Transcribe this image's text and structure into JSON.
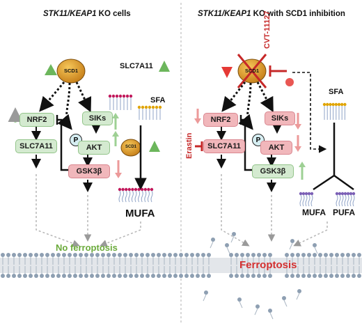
{
  "left_panel": {
    "title_gene": "STK11/KEAP1",
    "title_rest": " KO cells",
    "scd1": "SCD1",
    "slc7a11_top": "SLC7A11",
    "nrf2": "NRF2",
    "siks": "SIKs",
    "slc7a11": "SLC7A11",
    "akt": "AKT",
    "p": "P",
    "gsk3b": "GSK3β",
    "sfa": "SFA",
    "scd1_small": "SCD1",
    "mufa": "MUFA",
    "outcome": "No ferroptosis"
  },
  "right_panel": {
    "title_gene": "STK11/KEAP1",
    "title_rest": " KO with SCD1 inhibition",
    "scd1": "SCD1",
    "inhibitor": "CVT-11127",
    "nrf2": "NRF2",
    "siks": "SIKs",
    "slc7a11": "SLC7A11",
    "akt": "AKT",
    "p": "P",
    "gsk3b": "GSK3β",
    "erastin": "Erastin",
    "sfa": "SFA",
    "mufa": "MUFA",
    "pufa": "PUFA",
    "outcome": "Ferroptosis"
  },
  "colors": {
    "green_up": "#6cb65c",
    "red_down": "#e26d6d",
    "inhibit_red": "#c62828",
    "ferroptosis_red": "#d32f2f",
    "no_ferroptosis_green": "#6aaa3a",
    "membrane_head": "#8e9fb2"
  }
}
